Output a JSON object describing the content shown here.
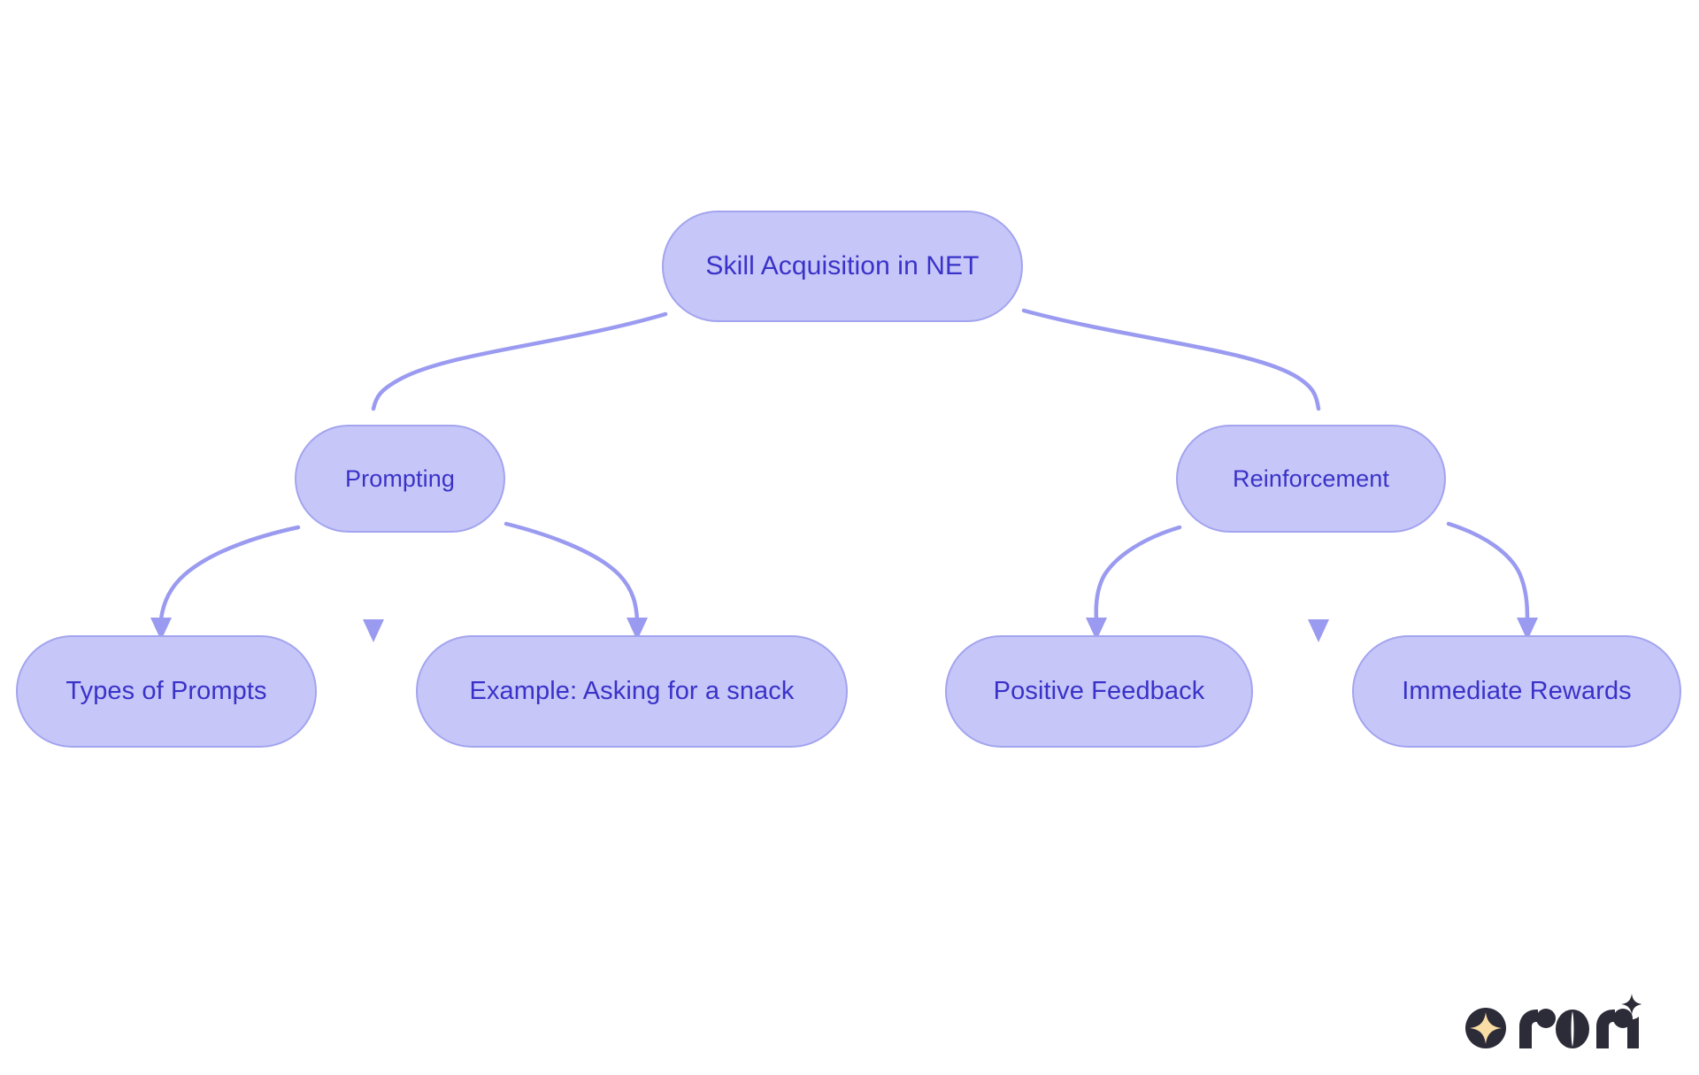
{
  "diagram": {
    "title": "Skill Acquisition in NET",
    "type": "tree",
    "orientation": "top-down",
    "background_color": "#ffffff",
    "node_fill_color": "#c6c7f8",
    "node_border_color": "#a3a4ef",
    "node_text_color": "#3a32c8",
    "edge_color": "#9a9bf0",
    "nodes": [
      {
        "id": "root",
        "label": "Skill Acquisition in NET",
        "level": 0
      },
      {
        "id": "prompting",
        "label": "Prompting",
        "level": 1
      },
      {
        "id": "reinforcement",
        "label": "Reinforcement",
        "level": 1
      },
      {
        "id": "types_of_prompts",
        "label": "Types of Prompts",
        "level": 2
      },
      {
        "id": "example_snack",
        "label": "Example: Asking for a snack",
        "level": 2
      },
      {
        "id": "positive_feedback",
        "label": "Positive Feedback",
        "level": 2
      },
      {
        "id": "immediate_rewards",
        "label": "Immediate Rewards",
        "level": 2
      }
    ],
    "edges": [
      {
        "from": "root",
        "to": "prompting"
      },
      {
        "from": "root",
        "to": "reinforcement"
      },
      {
        "from": "prompting",
        "to": "types_of_prompts"
      },
      {
        "from": "prompting",
        "to": "example_snack"
      },
      {
        "from": "reinforcement",
        "to": "positive_feedback"
      },
      {
        "from": "reinforcement",
        "to": "immediate_rewards"
      }
    ]
  },
  "branding": {
    "logo_name": "rori",
    "badge_color": "#2c2b38",
    "star_color": "#f9dda4",
    "wordmark_color": "#2c2b38"
  }
}
